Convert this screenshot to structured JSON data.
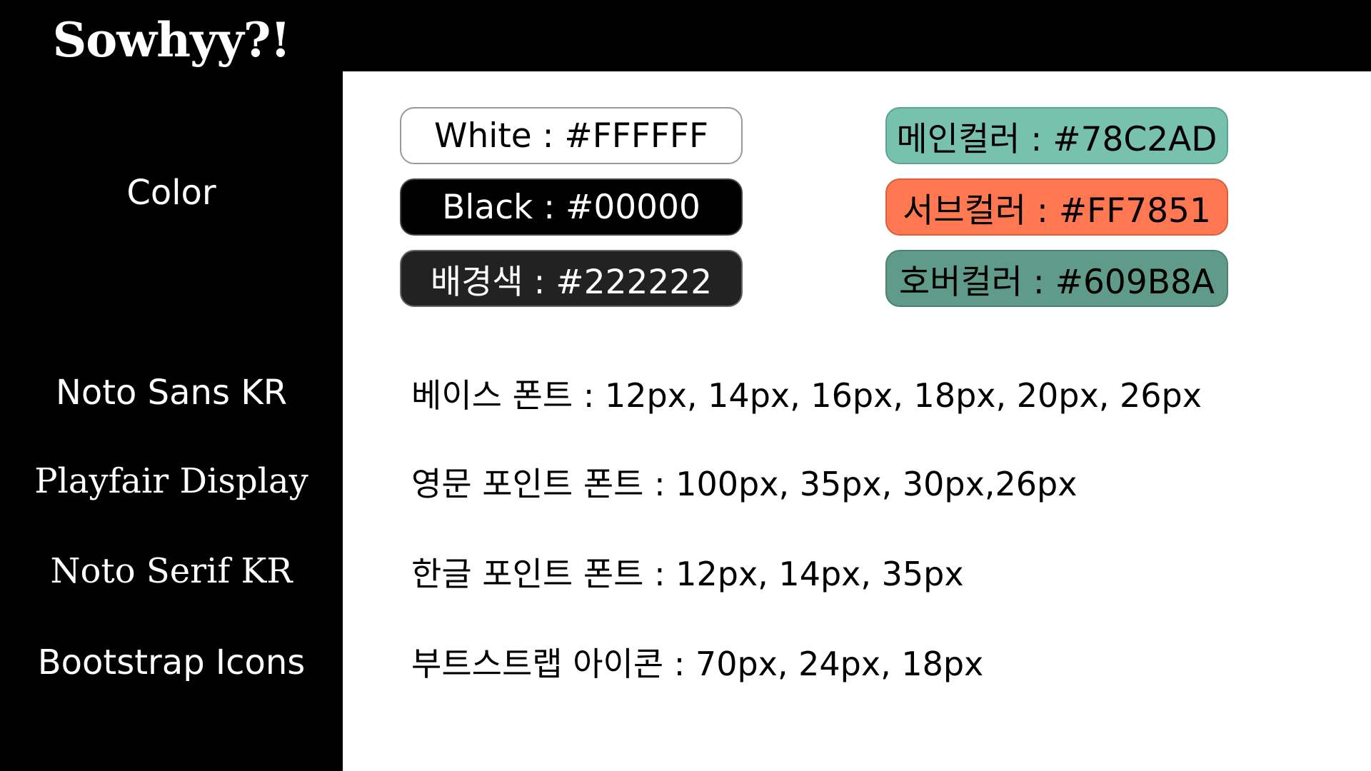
{
  "brand": {
    "title": "Sowhyy?!"
  },
  "sidebar": {
    "color_heading": "Color",
    "fonts": [
      "Noto Sans KR",
      "Playfair Display",
      "Noto Serif KR",
      "Bootstrap Icons"
    ]
  },
  "palette": {
    "left": [
      {
        "label": "White : #FFFFFF",
        "bg": "#FFFFFF",
        "fg": "#000000",
        "border": "#999999"
      },
      {
        "label": "Black : #00000",
        "bg": "#000000",
        "fg": "#FFFFFF",
        "border": "#444444"
      },
      {
        "label": "배경색 : #222222",
        "bg": "#222222",
        "fg": "#FFFFFF",
        "border": "#666666"
      }
    ],
    "right": [
      {
        "label": "메인컬러 : #78C2AD",
        "bg": "#78C2AD",
        "fg": "#000000",
        "border": "#5aa592"
      },
      {
        "label": "서브컬러 : #FF7851",
        "bg": "#FF7851",
        "fg": "#000000",
        "border": "#d85e3c"
      },
      {
        "label": "호버컬러 : #609B8A",
        "bg": "#609B8A",
        "fg": "#000000",
        "border": "#4c8070"
      }
    ]
  },
  "font_specs": [
    "베이스 폰트 : 12px, 14px, 16px, 18px, 20px, 26px",
    "영문 포인트 폰트 : 100px, 35px, 30px,26px",
    "한글 포인트 폰트 : 12px, 14px, 35px",
    "부트스트랩 아이콘 : 70px, 24px, 18px"
  ]
}
